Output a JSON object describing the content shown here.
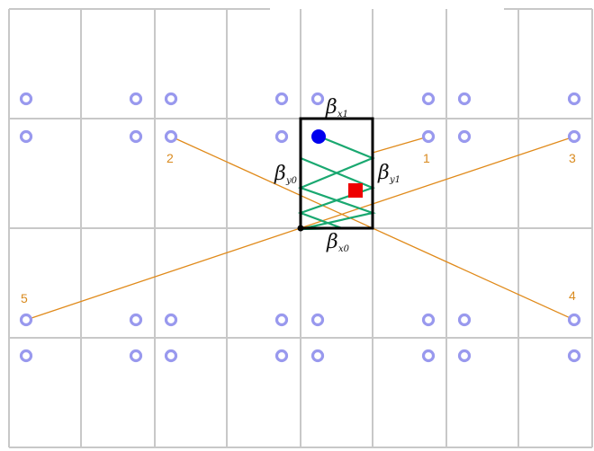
{
  "labels": {
    "beta_symbol": "β",
    "beta_x1_sub": "x1",
    "beta_y0_sub": "y0",
    "beta_y1_sub": "y1",
    "beta_x0_sub": "x0"
  },
  "numbers": {
    "n1": "1",
    "n2": "2",
    "n3": "3",
    "n4": "4",
    "n5": "5"
  },
  "colors": {
    "grid": "#c8c8c8",
    "marker_ring": "#9999ee",
    "ray": "#e08a1a",
    "zigzag": "#1aa870",
    "cell_box": "#000000",
    "blue_dot": "#0000ee",
    "red_square": "#ee0000"
  }
}
